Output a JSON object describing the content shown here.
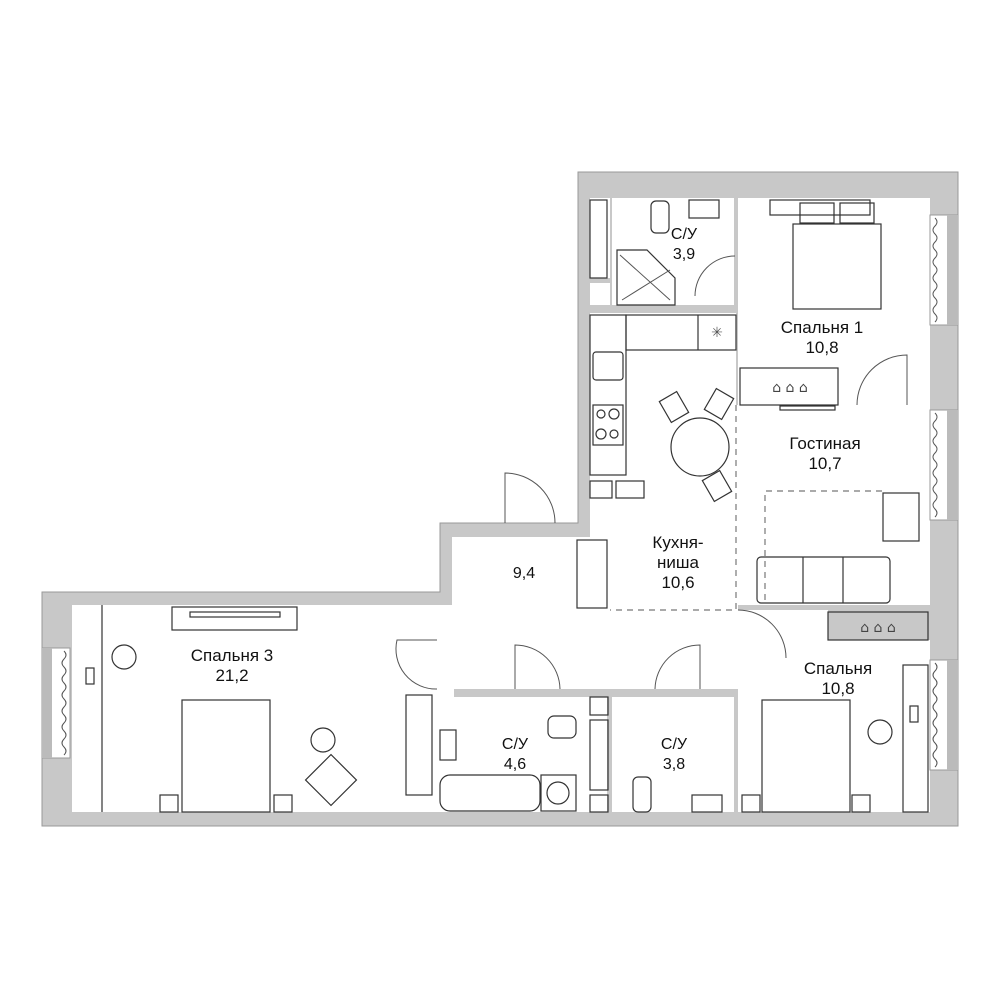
{
  "rooms": [
    {
      "id": "bath-top",
      "name": "С/У",
      "area": "3,9"
    },
    {
      "id": "bedroom-1",
      "name": "Спальня 1",
      "area": "10,8"
    },
    {
      "id": "living",
      "name": "Гостиная",
      "area": "10,7"
    },
    {
      "id": "kitchen",
      "name": "Кухня-\nниша",
      "name_line1": "Кухня-",
      "name_line2": "ниша",
      "area": "10,6"
    },
    {
      "id": "hall",
      "name": "",
      "area": "9,4"
    },
    {
      "id": "bedroom-3",
      "name": "Спальня 3",
      "area": "21,2"
    },
    {
      "id": "bath-left",
      "name": "С/У",
      "area": "4,6"
    },
    {
      "id": "bath-right",
      "name": "С/У",
      "area": "3,8"
    },
    {
      "id": "bedroom-2",
      "name": "Спальня",
      "area": "10,8"
    }
  ],
  "colors": {
    "wall": "#c8c8c8",
    "line": "#333333",
    "background": "#ffffff"
  }
}
